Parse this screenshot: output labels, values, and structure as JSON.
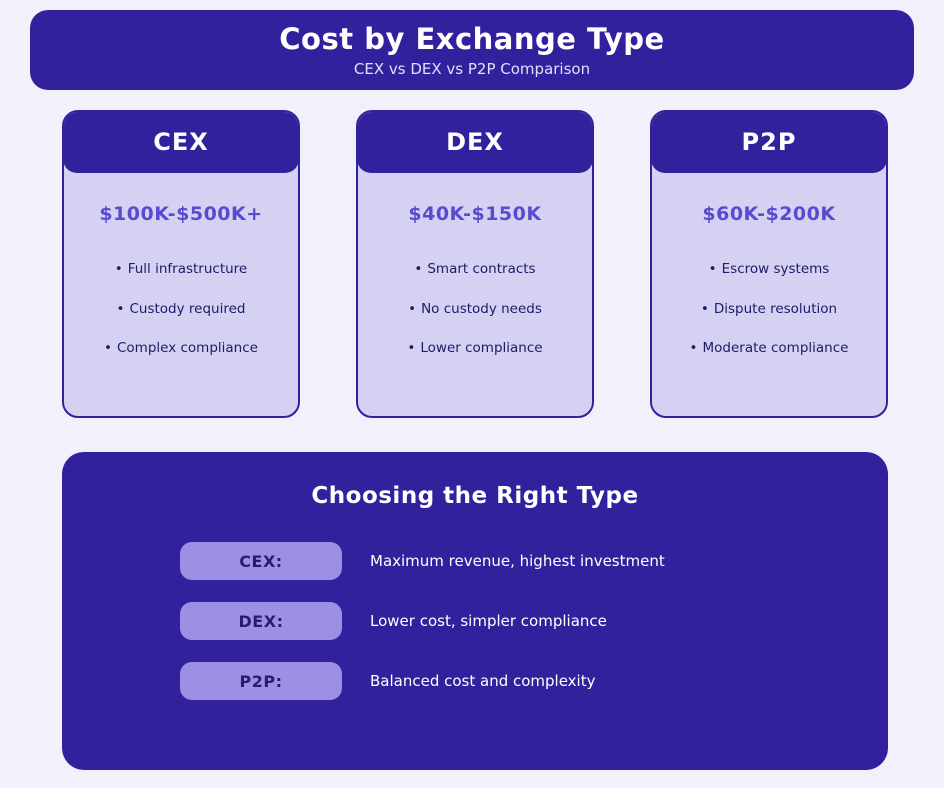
{
  "header": {
    "title": "Cost by Exchange Type",
    "subtitle": "CEX vs DEX vs P2P Comparison"
  },
  "glyphs": {
    "bullet": "•"
  },
  "cards": [
    {
      "name": "CEX",
      "price": "$100K-$500K+",
      "bullets": [
        "Full infrastructure",
        "Custody required",
        "Complex compliance"
      ]
    },
    {
      "name": "DEX",
      "price": "$40K-$150K",
      "bullets": [
        "Smart contracts",
        "No custody needs",
        "Lower compliance"
      ]
    },
    {
      "name": "P2P",
      "price": "$60K-$200K",
      "bullets": [
        "Escrow systems",
        "Dispute resolution",
        "Moderate compliance"
      ]
    }
  ],
  "summary": {
    "title": "Choosing the Right Type",
    "rows": [
      {
        "label": "CEX:",
        "description": "Maximum revenue, highest investment"
      },
      {
        "label": "DEX:",
        "description": "Lower cost, simpler compliance"
      },
      {
        "label": "P2P:",
        "description": "Balanced cost and complexity"
      }
    ]
  },
  "colors": {
    "indigo": "#32219d",
    "page_bg": "#f2f1fb",
    "card_body": "#d4d1f2",
    "pill": "#9d90e4",
    "price_text": "#5a4ad0",
    "bullet_text": "#201a66",
    "subtitle_text": "#e2dff8"
  },
  "chart_data": {
    "type": "table",
    "title": "Cost by Exchange Type",
    "subtitle": "CEX vs DEX vs P2P Comparison",
    "categories": [
      "CEX",
      "DEX",
      "P2P"
    ],
    "cost_ranges": [
      "$100K-$500K+",
      "$40K-$150K",
      "$60K-$200K"
    ],
    "cost_min_k_usd": [
      100,
      40,
      60
    ],
    "cost_max_k_usd": [
      500,
      150,
      200
    ],
    "features": [
      [
        "Full infrastructure",
        "Custody required",
        "Complex compliance"
      ],
      [
        "Smart contracts",
        "No custody needs",
        "Lower compliance"
      ],
      [
        "Escrow systems",
        "Dispute resolution",
        "Moderate compliance"
      ]
    ],
    "recommendations": [
      "Maximum revenue, highest investment",
      "Lower cost, simpler compliance",
      "Balanced cost and complexity"
    ]
  }
}
